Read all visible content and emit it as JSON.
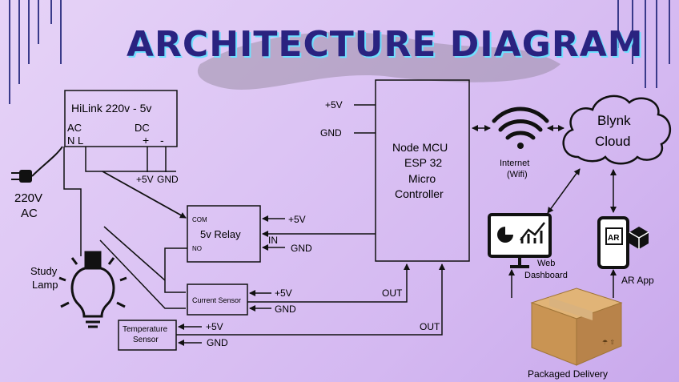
{
  "title": "ARCHITECTURE DIAGRAM",
  "hilink": {
    "label": "HiLink 220v - 5v",
    "ac": "AC",
    "dc": "DC",
    "nl": "N L",
    "plus": "+",
    "minus": "-",
    "out_5v": "+5V",
    "out_gnd": "GND"
  },
  "mains": {
    "voltage": "220V",
    "type": "AC"
  },
  "lamp": {
    "line1": "Study",
    "line2": "Lamp"
  },
  "relay": {
    "label": "5v Relay",
    "com": "COM",
    "no": "NO",
    "in": "IN",
    "vcc": "+5V",
    "gnd": "GND"
  },
  "current_sensor": {
    "label": "Current Sensor",
    "vcc": "+5V",
    "gnd": "GND",
    "out": "OUT"
  },
  "temp_sensor": {
    "line1": "Temperature",
    "line2": "Sensor",
    "vcc": "+5V",
    "gnd": "GND",
    "out": "OUT"
  },
  "mcu": {
    "line1": "Node MCU",
    "line2": "ESP 32",
    "line3": "Micro",
    "line4": "Controller",
    "vcc": "+5V",
    "gnd": "GND"
  },
  "internet": {
    "line1": "Internet",
    "line2": "(Wifi)"
  },
  "cloud": {
    "line1": "Blynk",
    "line2": "Cloud"
  },
  "web": {
    "line1": "Web",
    "line2": "Dashboard"
  },
  "ar": {
    "label": "AR App",
    "badge": "AR"
  },
  "delivery": {
    "label": "Packaged Delivery"
  },
  "colors": {
    "title": "#2a2380",
    "line": "#111111",
    "background": "#dcc4f4",
    "box": "#c79a5a"
  }
}
